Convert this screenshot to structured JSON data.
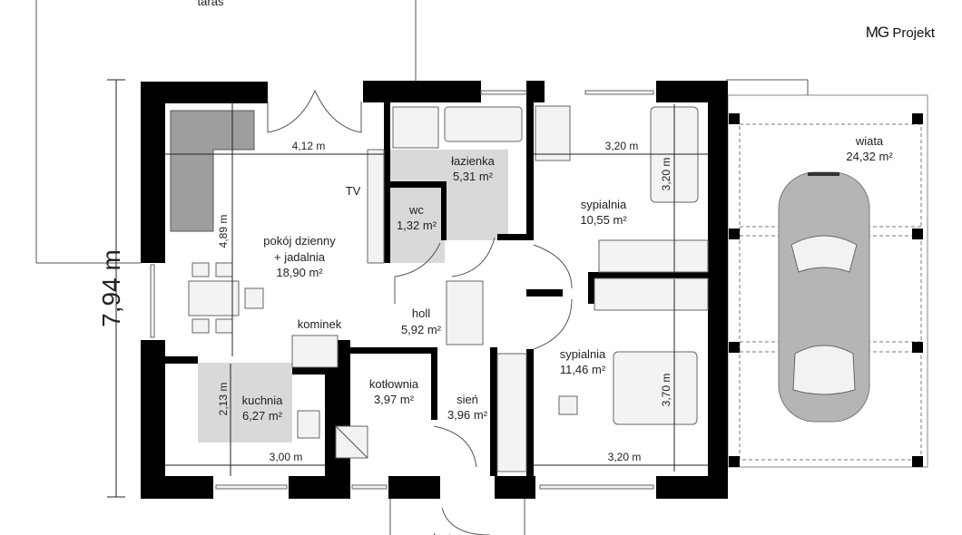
{
  "brand": {
    "mg": "MG",
    "name": "Projekt"
  },
  "overall_dimension": "7,94 m",
  "labels": {
    "taras": "taras",
    "tv": "TV",
    "kominek": "kominek",
    "podest": "podest"
  },
  "rooms": [
    {
      "name": "pokój dzienny",
      "name2": "+ jadalnia",
      "area": "18,90 m²"
    },
    {
      "name": "łazienka",
      "area": "5,31 m²"
    },
    {
      "name": "wc",
      "area": "1,32 m²"
    },
    {
      "name": "holl",
      "area": "5,92 m²"
    },
    {
      "name": "kuchnia",
      "area": "6,27 m²"
    },
    {
      "name": "kotłownia",
      "area": "3,97 m²"
    },
    {
      "name": "sień",
      "area": "3,96 m²"
    },
    {
      "name": "sypialnia",
      "area": "10,55 m²"
    },
    {
      "name": "sypialnia",
      "area": "11,46 m²"
    },
    {
      "name": "wiata",
      "area": "24,32 m²"
    }
  ],
  "dimensions": {
    "living_width": "4,12 m",
    "living_depth": "4,89 m",
    "kitchen_depth": "2,13 m",
    "kitchen_width": "3,00 m",
    "bedroom1_width": "3,20 m",
    "bedroom1_depth": "3,20 m",
    "bedroom2_width": "3,20 m",
    "bedroom2_depth": "3,70 m"
  }
}
